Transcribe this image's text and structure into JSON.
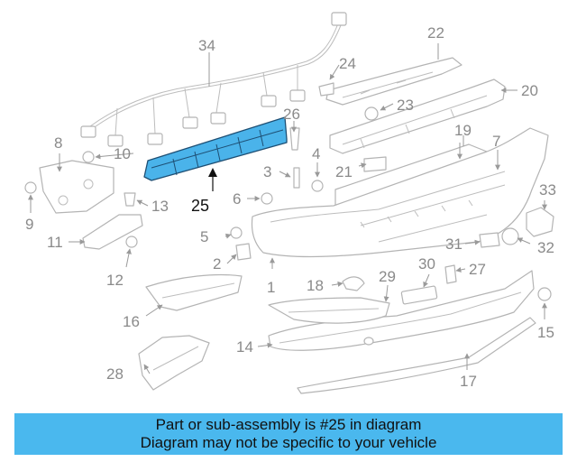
{
  "diagram": {
    "highlighted_part": "25",
    "callouts": [
      "1",
      "2",
      "3",
      "4",
      "5",
      "6",
      "7",
      "8",
      "9",
      "10",
      "11",
      "12",
      "13",
      "14",
      "15",
      "16",
      "17",
      "18",
      "19",
      "20",
      "21",
      "22",
      "23",
      "24",
      "25",
      "26",
      "27",
      "28",
      "29",
      "30",
      "31",
      "32",
      "33",
      "34"
    ]
  },
  "banner": {
    "line1": "Part or sub-assembly is #25 in diagram",
    "line2": "Diagram may not be specific to your vehicle"
  },
  "colors": {
    "highlight": "#4ab3ea",
    "banner_bg": "#4ab8ee",
    "line": "#b4b4b4"
  }
}
